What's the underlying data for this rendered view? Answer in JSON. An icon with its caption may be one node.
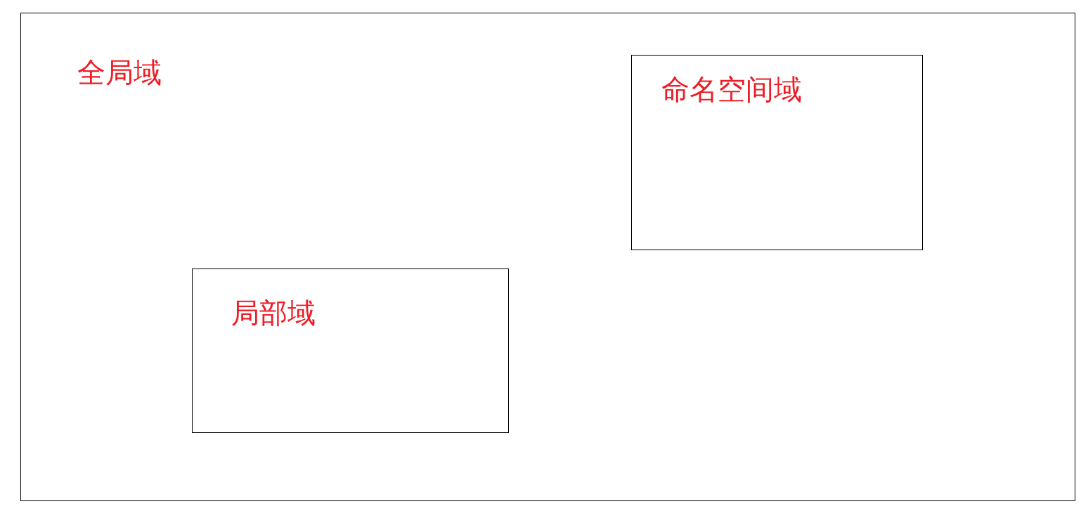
{
  "diagram": {
    "nodes": [
      {
        "text": [
          "全局域"
        ]
      },
      {
        "text": [
          "命名空间域"
        ],
        "in": 0
      },
      {
        "text": [
          "局部域"
        ],
        "in": 0
      }
    ]
  }
}
